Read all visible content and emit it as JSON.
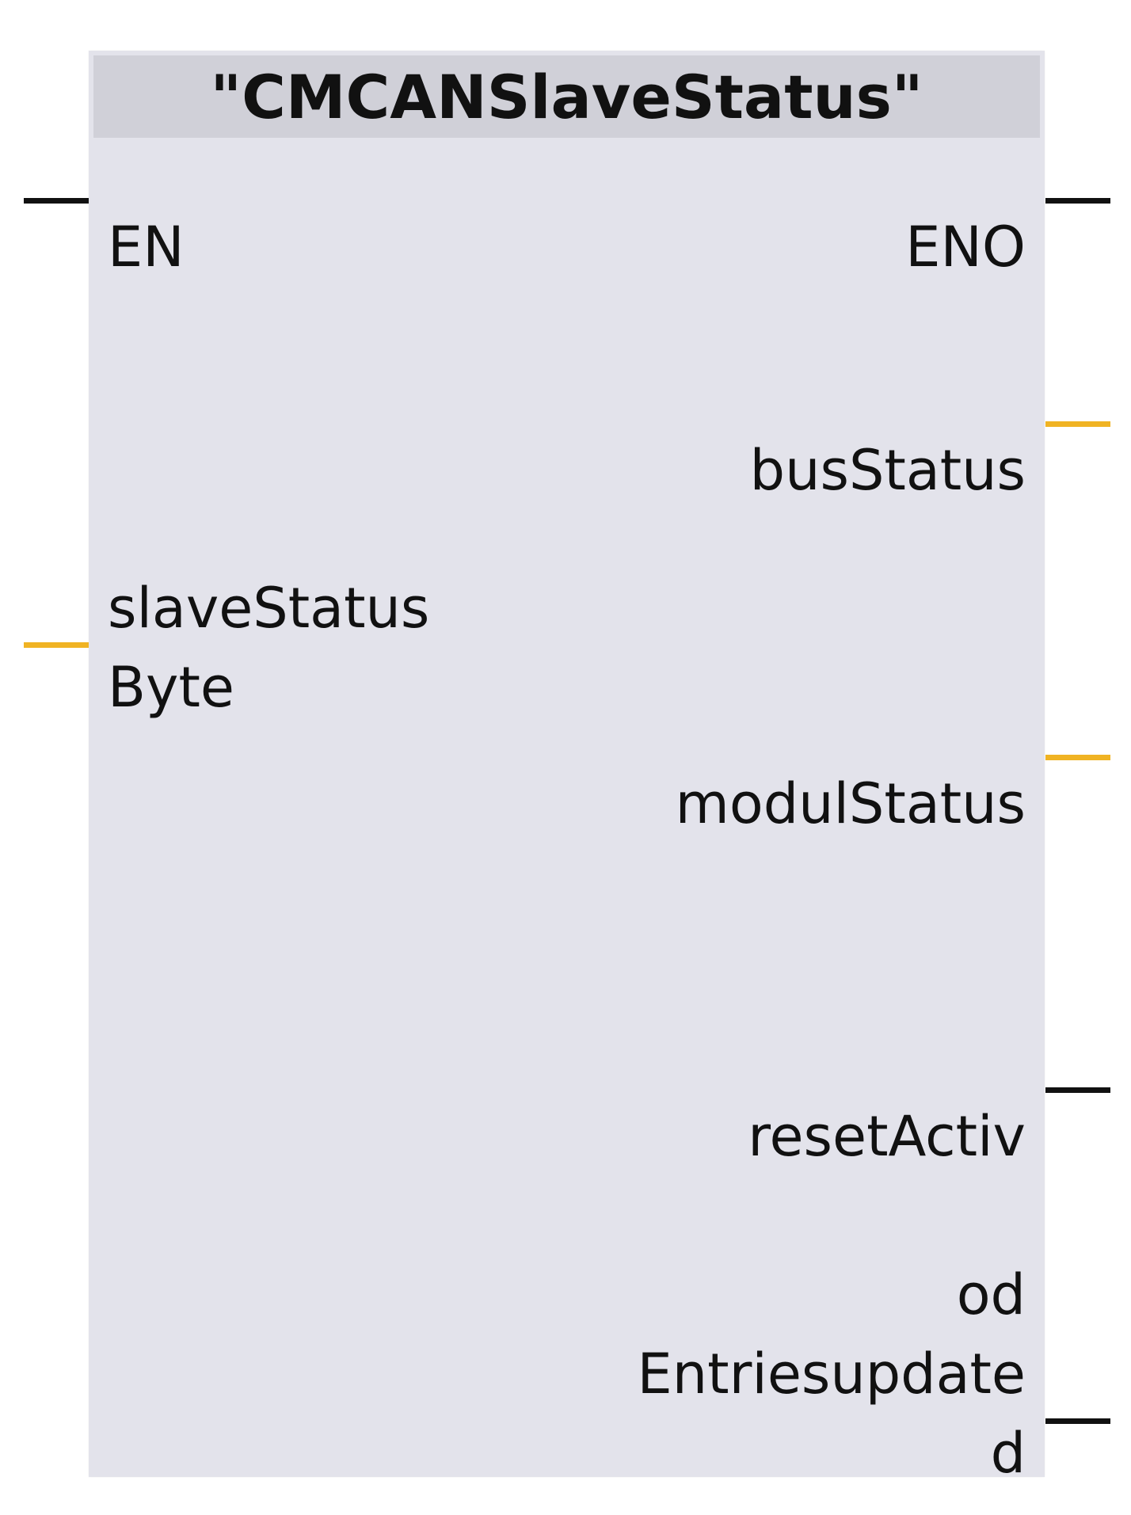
{
  "block": {
    "title": "\"CMCANSlaveStatus\""
  },
  "inputs": [
    {
      "label_lines": [
        "EN"
      ],
      "type": "bool"
    },
    {
      "label_lines": [
        "slaveStatus",
        "Byte"
      ],
      "type": "byte"
    }
  ],
  "outputs": [
    {
      "label_lines": [
        "ENO"
      ],
      "type": "bool"
    },
    {
      "label_lines": [
        "busStatus"
      ],
      "type": "byte"
    },
    {
      "label_lines": [
        "modulStatus"
      ],
      "type": "byte"
    },
    {
      "label_lines": [
        "resetActiv"
      ],
      "type": "bool"
    },
    {
      "label_lines": [
        "od",
        "Entriesupdate",
        "d"
      ],
      "type": "bool"
    }
  ],
  "colors": {
    "bool_wire": "#111111",
    "byte_wire": "#f0b323",
    "block_fill": "#e3e3eb",
    "header_fill": "#d0d0d8"
  }
}
